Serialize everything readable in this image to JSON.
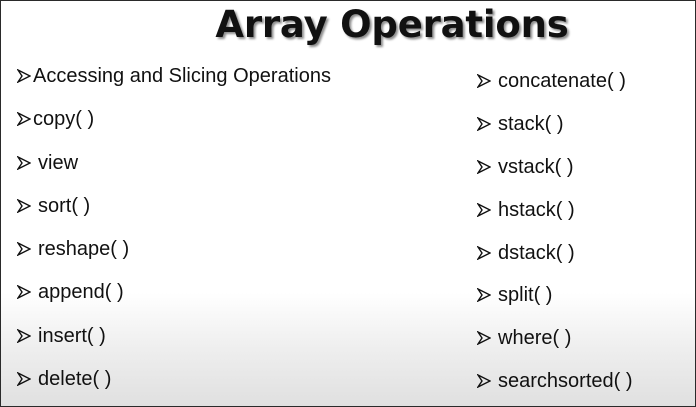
{
  "slide": {
    "title": "Array Operations",
    "left_items": [
      "Accessing and Slicing Operations",
      "copy( )",
      "view",
      "sort( )",
      "reshape( )",
      "append( )",
      "insert( )",
      "delete( )"
    ],
    "right_items": [
      "concatenate( )",
      "stack( )",
      "vstack( )",
      "hstack( )",
      "dstack( )",
      "split( )",
      "where( )",
      "searchsorted( )"
    ],
    "bullet_icon": "arrowhead-bullet-icon"
  }
}
